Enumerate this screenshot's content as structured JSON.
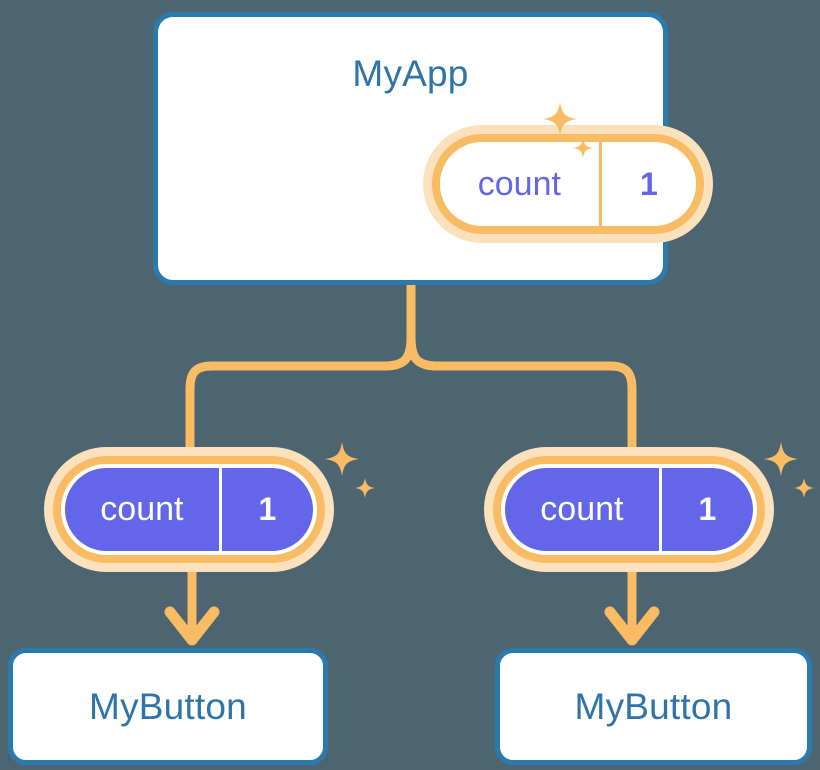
{
  "theme": {
    "background": "#4d6571",
    "card_border": "#2b7aae",
    "card_fill": "#ffffff",
    "title_color": "#2e74a8",
    "accent_orange": "#f9bb63",
    "accent_orange_pale": "#fbe2bc",
    "state_purple": "#6366e8",
    "connector_color": "#f9bb63"
  },
  "diagram": {
    "type": "component-tree",
    "root": {
      "title": "MyApp",
      "state": {
        "key": "count",
        "value": "1"
      }
    },
    "children": [
      {
        "title": "MyButton",
        "state": {
          "key": "count",
          "value": "1"
        }
      },
      {
        "title": "MyButton",
        "state": {
          "key": "count",
          "value": "1"
        }
      }
    ]
  },
  "icons": {
    "sparkle_large": "sparkle-icon",
    "sparkle_small": "sparkle-icon",
    "arrow_down": "arrow-down-icon"
  }
}
